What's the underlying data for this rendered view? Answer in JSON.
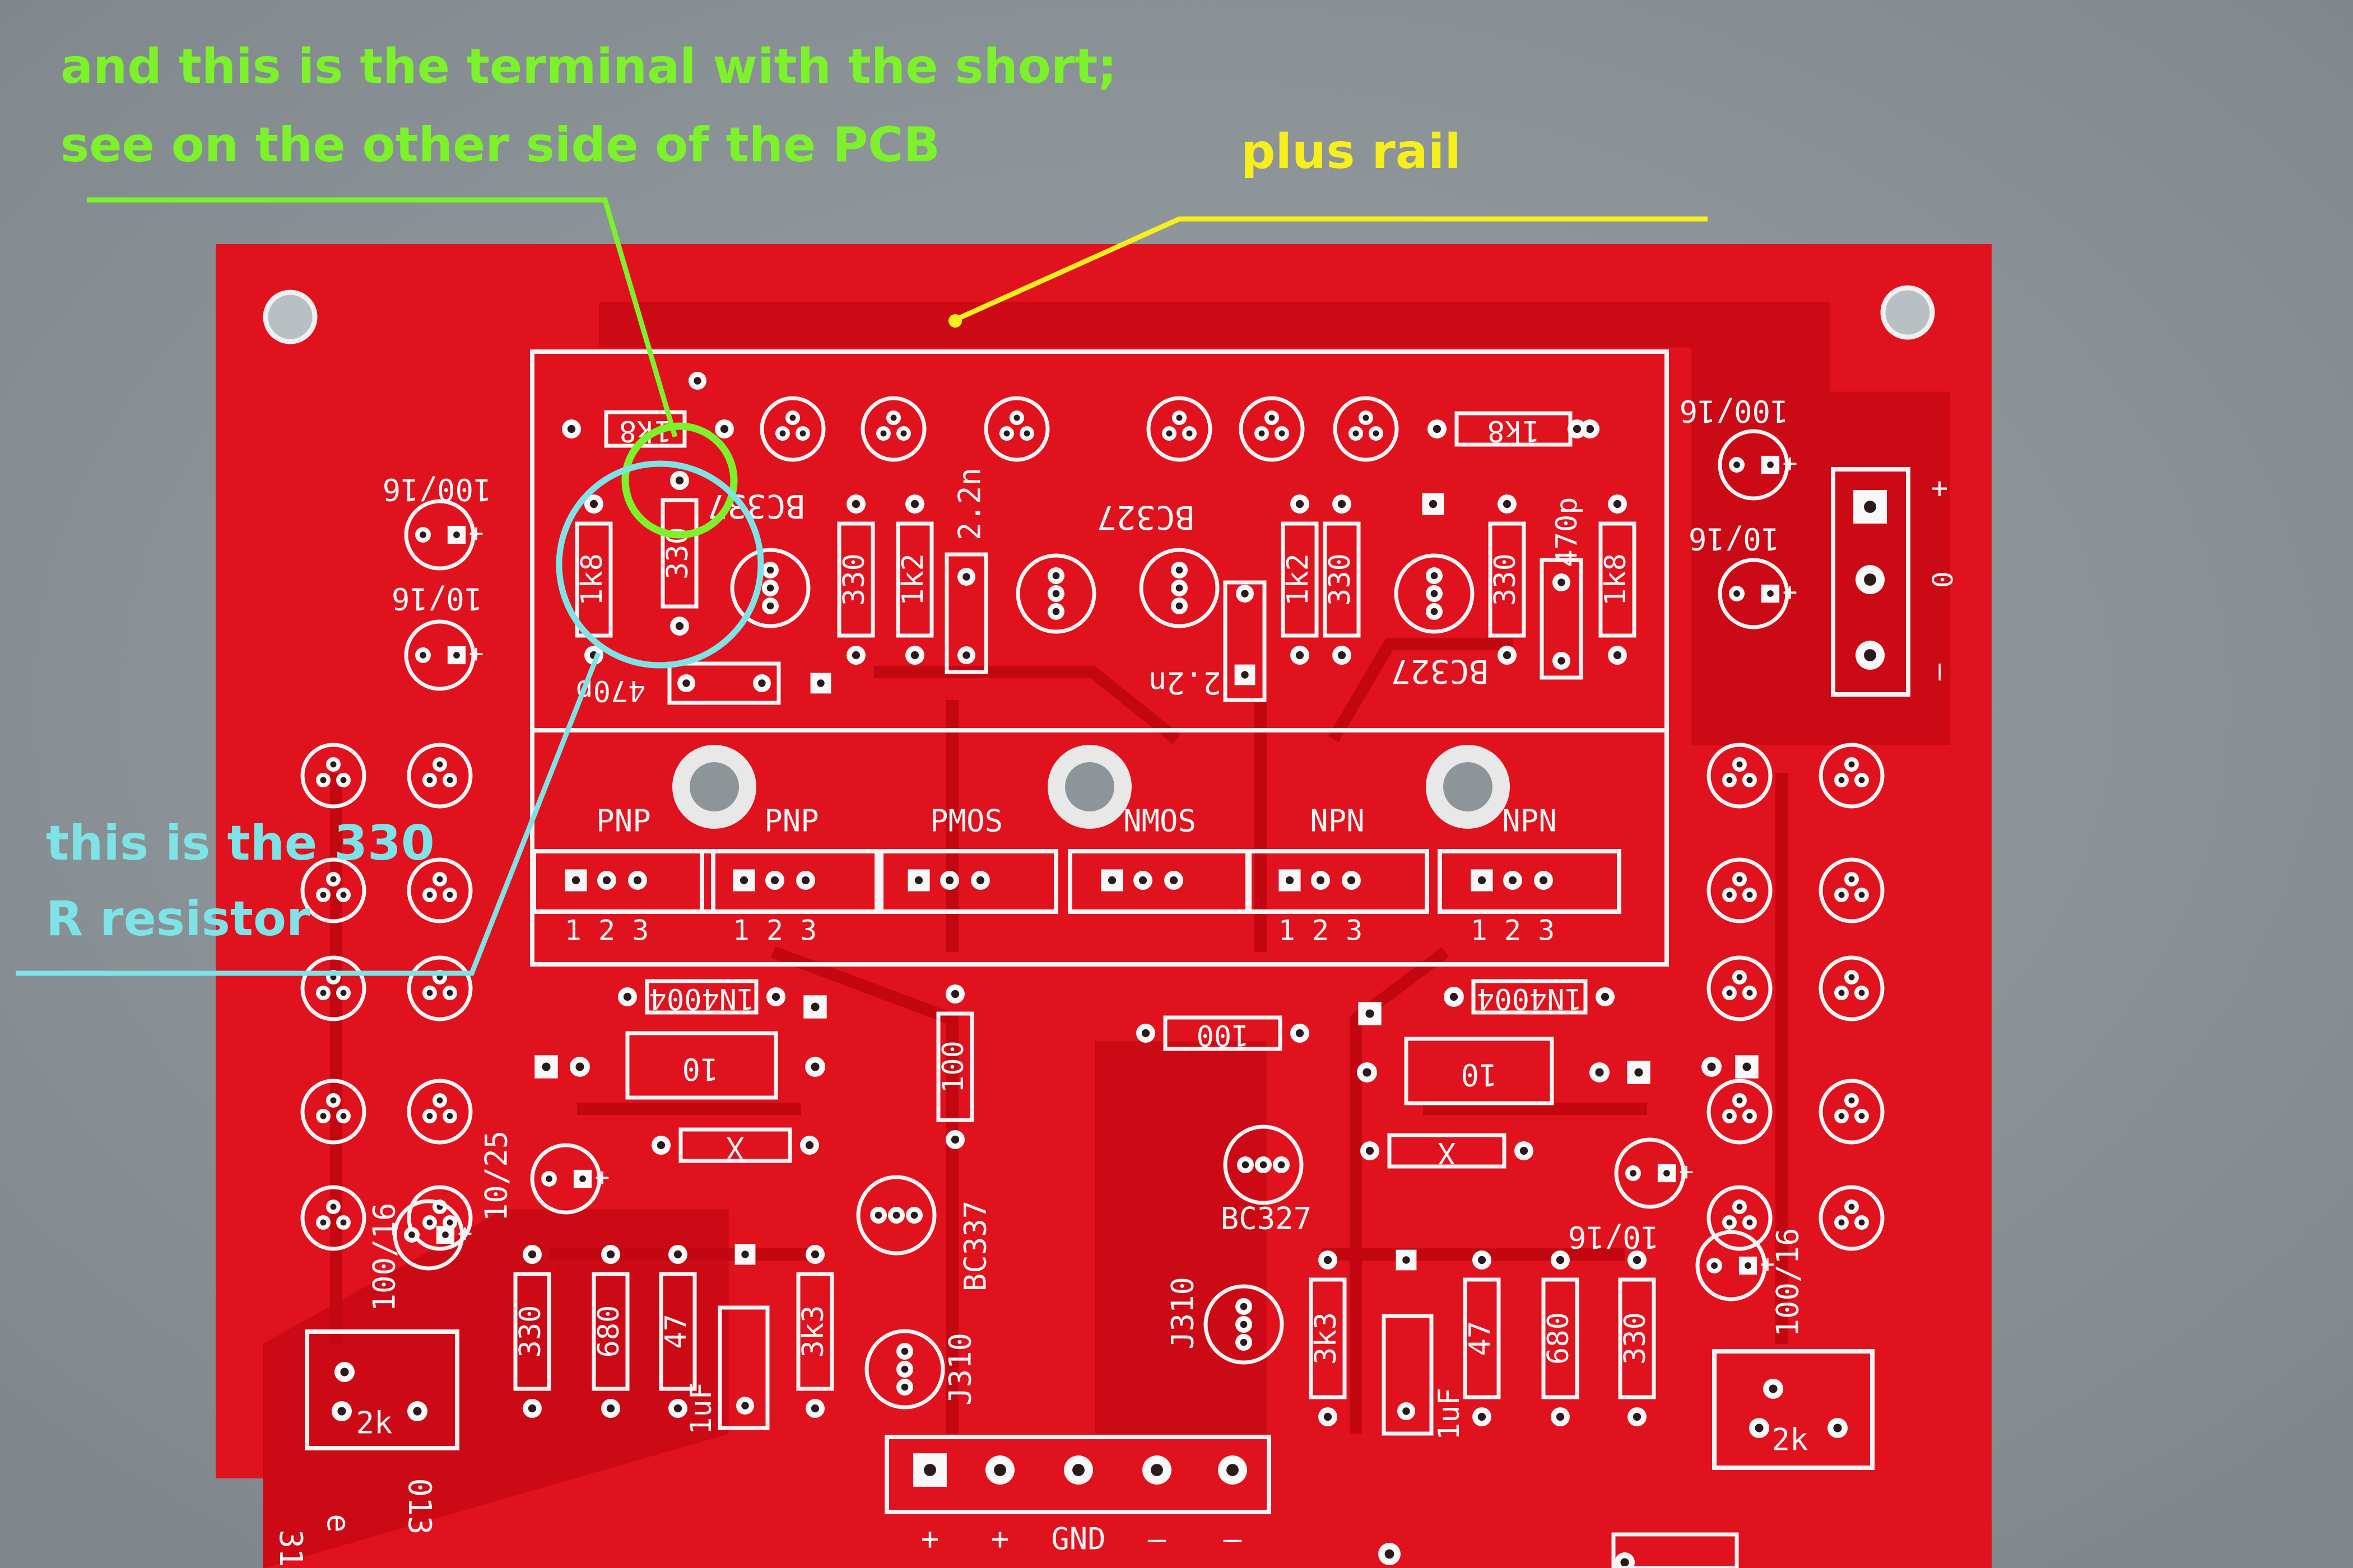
{
  "annotations": {
    "green_line1": "and this is the terminal with the short;",
    "green_line2": "see on the other side of the PCB",
    "yellow": "plus rail",
    "cyan_line1": "this is the 330",
    "cyan_line2": "R resistor",
    "colors": {
      "green": "#7cf22a",
      "yellow": "#f6ee1d",
      "cyan": "#7de3e6"
    }
  },
  "pcb": {
    "colors": {
      "board": "#e0121e",
      "copper": "#c90813",
      "silk": "#f4f4f4",
      "pad": "#f8f8f8"
    },
    "header_labels": [
      "PNP",
      "PNP",
      "PMOS",
      "NMOS",
      "NPN",
      "NPN"
    ],
    "pin_numbers": "1 2 3",
    "power_pins": [
      "+",
      "0",
      "–"
    ],
    "bottom_pins": [
      "+",
      "+",
      "GND",
      "–",
      "–"
    ],
    "labels": {
      "r_1k8_a": "1k8",
      "r_330_a": "330",
      "r_1k8_b": "1k8",
      "r_330_b": "330",
      "r_1k2_a": "1k2",
      "c_2n2_a": "2.2n",
      "q_bc337_a": "BC337",
      "q_bc327_a": "BC327",
      "c_470p_a": "470p",
      "r_1k8_c": "1k8",
      "r_1k2_b": "1k2",
      "r_330_c": "330",
      "q_bc327_b": "BC327",
      "c_2n2_b": "2.2n",
      "r_330_d": "330",
      "c_470p_b": "470p",
      "r_1k8_d": "1k8",
      "cap_100_16_a": "100/16",
      "cap_10_16_a": "10/16",
      "cap_100_16_b": "100/16",
      "cap_10_16_b": "10/16",
      "d_1n4004_a": "1N4004",
      "d_1n4004_b": "1N4004",
      "c_10_a": "10",
      "c_10_b": "10",
      "r_x_a": "X",
      "r_x_b": "X",
      "r_100_a": "100",
      "r_100_b": "100",
      "q_bc337_b": "BC337",
      "q_bc327_c": "BC327",
      "cap_10_25": "10/25",
      "cap_100_16_c": "100/16",
      "cap_10_16_c": "10/16",
      "cap_100_16_d": "100/16",
      "r_330_e": "330",
      "r_680_a": "680",
      "r_47_a": "47",
      "c_1uf_a": "1uF",
      "r_3k3_a": "3k3",
      "q_j310_a": "J310",
      "q_j310_b": "J310",
      "r_3k3_b": "3k3",
      "c_1uf_b": "1uF",
      "r_47_b": "47",
      "r_680_b": "680",
      "r_330_f": "330",
      "pot_2k_a": "2k",
      "pot_2k_b": "2k",
      "edge_text_a": "31",
      "edge_text_b": "e",
      "edge_text_c": "013"
    }
  }
}
